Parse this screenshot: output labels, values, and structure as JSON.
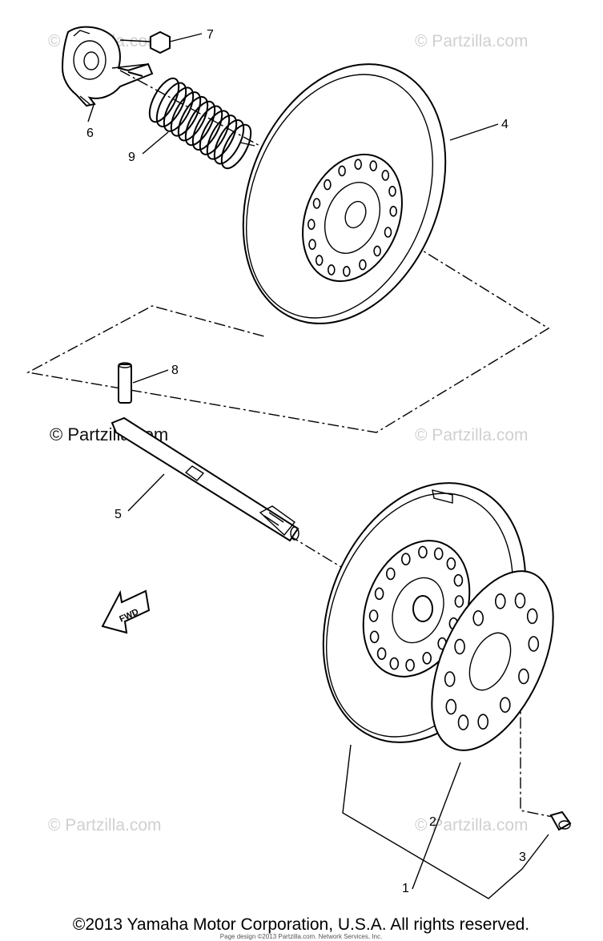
{
  "watermarks": {
    "top_left": "© Partzilla.com",
    "top_right": "© Partzilla.com",
    "mid_left": "© Partzilla.com",
    "mid_right": "© Partzilla.com",
    "bottom_left": "© Partzilla.com",
    "bottom_right": "© Partzilla.com"
  },
  "callouts": {
    "p1": "1",
    "p2": "2",
    "p3": "3",
    "p4": "4",
    "p5": "5",
    "p6": "6",
    "p7": "7",
    "p8": "8",
    "p9": "9"
  },
  "fwd_label": "FWD",
  "footer": {
    "copyright": "©2013 Yamaha Motor Corporation, U.S.A. All rights reserved.",
    "fine_print": "Page design ©2013 Partzilla.com. Network Services, Inc."
  }
}
